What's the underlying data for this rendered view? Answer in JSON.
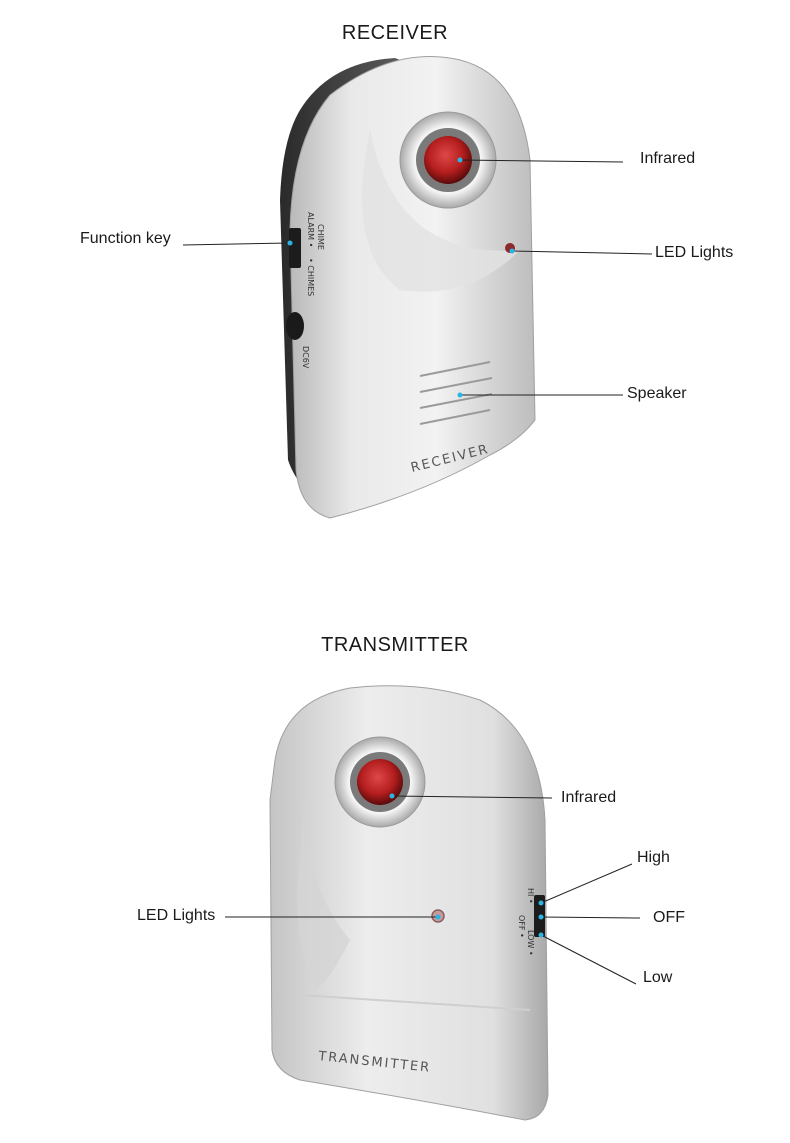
{
  "receiver": {
    "title": "RECEIVER",
    "device_label": "RECEIVER",
    "side_labels": {
      "alarm": "ALARM •",
      "chime": "CHIME",
      "chimes": "• CHIMES",
      "power": "DC6V"
    },
    "callouts": {
      "infrared": "Infrared",
      "function_key": "Function key",
      "led_lights": "LED Lights",
      "speaker": "Speaker"
    }
  },
  "transmitter": {
    "title": "TRANSMITTER",
    "device_label": "TRANSMITTER",
    "side_labels": {
      "hi": "HI •",
      "off": "OFF •",
      "low": "LOW •"
    },
    "callouts": {
      "infrared": "Infrared",
      "led_lights": "LED Lights",
      "high": "High",
      "off": "OFF",
      "low": "Low"
    }
  },
  "colors": {
    "callout_dot": "#2ab5e6",
    "lens_red": "#b41e1e",
    "body_silver": "#d7d7d7",
    "body_dark": "#3a3a3a"
  }
}
